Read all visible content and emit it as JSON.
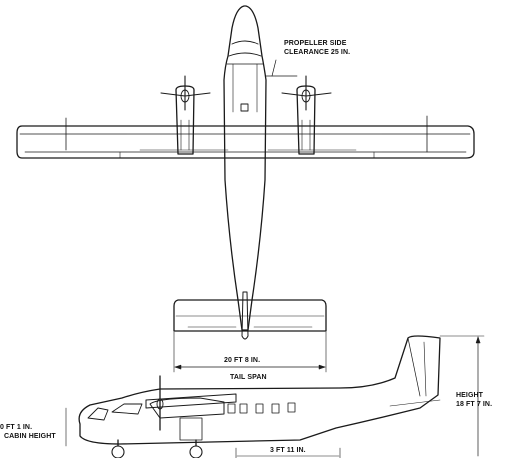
{
  "drawing": {
    "stroke_color": "#1a1a1a",
    "background": "#ffffff"
  },
  "labels": {
    "propeller_clearance_line1": "PROPELLER SIDE",
    "propeller_clearance_line2": "CLEARANCE 25 IN.",
    "tail_span_value": "20 FT 8 IN.",
    "tail_span_label": "TAIL SPAN",
    "height_label": "HEIGHT",
    "height_value": "18 FT 7 IN.",
    "cabin_height_value": "0 FT 1 IN.",
    "cabin_height_label": "CABIN HEIGHT",
    "bottom_dimension_value": "3 FT 11 IN."
  }
}
